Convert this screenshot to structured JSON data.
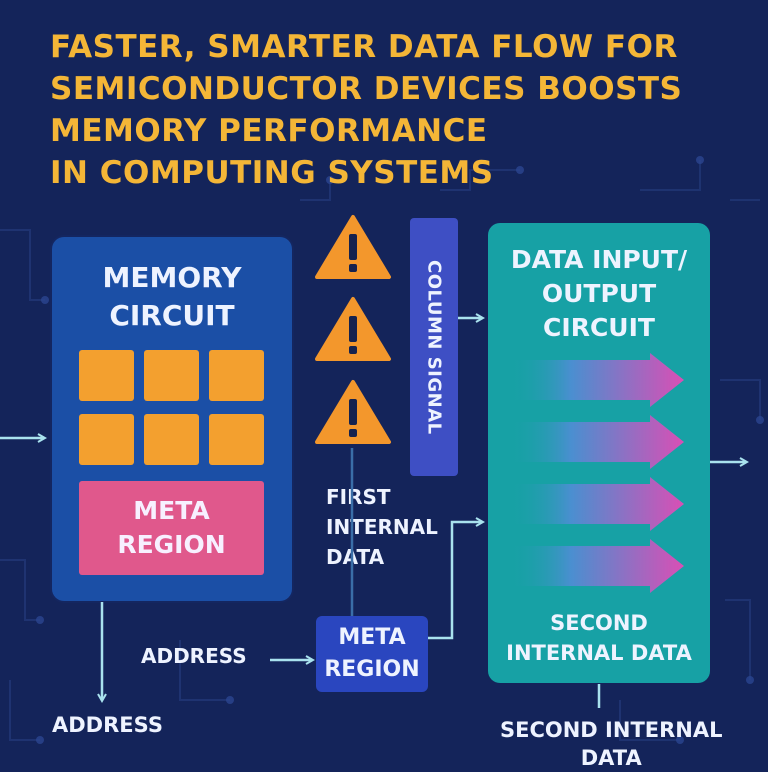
{
  "title": {
    "lines": [
      "FASTER, SMARTER DATA FLOW FOR",
      "SEMICONDUCTOR DEVICES BOOSTS",
      "MEMORY PERFORMANCE",
      "IN COMPUTING SYSTEMS"
    ]
  },
  "memory_circuit": {
    "title_lines": [
      "MEMORY",
      "CIRCUIT"
    ],
    "meta_region_lines": [
      "META",
      "REGION"
    ]
  },
  "column_signal": {
    "label": "COLUMN SIGNAL"
  },
  "io_circuit": {
    "title_lines": [
      "DATA INPUT/",
      "OUTPUT",
      "CIRCUIT"
    ],
    "sub_lines": [
      "SECOND",
      "INTERNAL DATA"
    ]
  },
  "first_internal_data": {
    "lines": [
      "FIRST",
      "INTERNAL",
      "DATA"
    ]
  },
  "meta_region_small": {
    "lines": [
      "META",
      "REGION"
    ]
  },
  "address_labels": [
    "ADDRESS",
    "ADDRESS"
  ],
  "second_internal_data_label": {
    "lines": [
      "SECOND INTERNAL",
      "DATA"
    ]
  },
  "icons": {
    "warning": "warning-triangle-icon",
    "arrow": "arrow-right-icon"
  },
  "colors": {
    "background": "#14245a",
    "title": "#f4b637",
    "memory_box": "#1b4fa6",
    "memory_cell": "#f3a02f",
    "meta_region": "#e0588c",
    "column_signal": "#3e4fc4",
    "io_box": "#17a1a5",
    "warning": "#f3972c",
    "connector": "#a9e2ee"
  }
}
